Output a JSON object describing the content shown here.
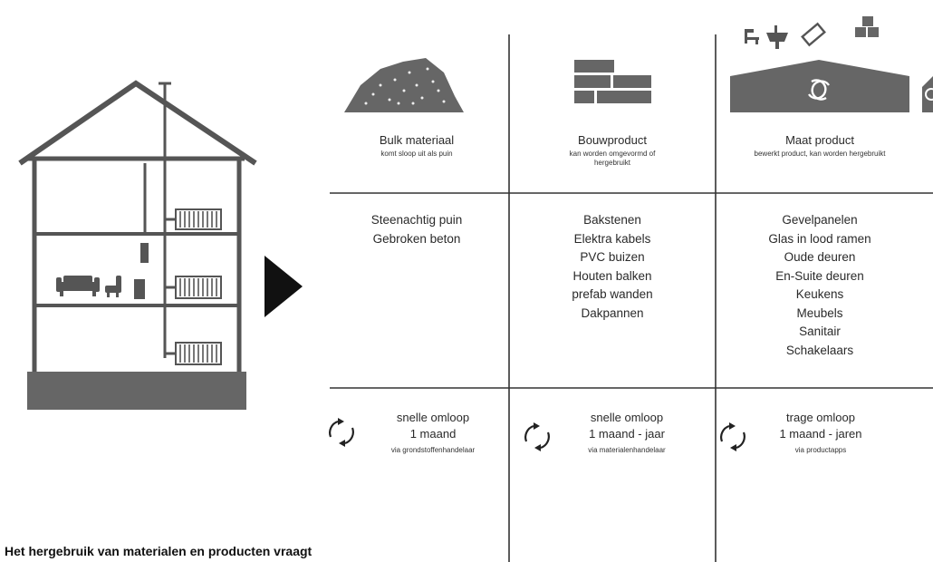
{
  "columns": [
    {
      "title": "Bulk materiaal",
      "subtitle": "komt sloop uit als puin",
      "items": [
        "Steenachtig puin",
        "Gebroken beton"
      ],
      "cycle": {
        "speed": "snelle omloop",
        "duration": "1 maand",
        "via": "via grondstoffenhandelaar"
      }
    },
    {
      "title": "Bouwproduct",
      "subtitle": "kan worden omgevormd of hergebruikt",
      "items": [
        "Bakstenen",
        "Elektra kabels",
        "PVC buizen",
        "Houten balken",
        "prefab wanden",
        "Dakpannen"
      ],
      "cycle": {
        "speed": "snelle omloop",
        "duration": "1 maand - jaar",
        "via": "via materialenhandelaar"
      }
    },
    {
      "title": "Maat product",
      "subtitle": "bewerkt product, kan worden hergebruikt",
      "items": [
        "Gevelpanelen",
        "Glas in lood ramen",
        "Oude deuren",
        "En-Suite deuren",
        "Keukens",
        "Meubels",
        "Sanitair",
        "Schakelaars"
      ],
      "cycle": {
        "speed": "trage omloop",
        "duration": "1 maand - jaren",
        "via": "via productapps"
      }
    }
  ],
  "caption": "Het hergebruik van materialen en producten vraagt",
  "icons": [
    "house-icon",
    "play-arrow-icon",
    "rubble-pile-icon",
    "bricks-icon",
    "warehouse-icon",
    "cycle-arrows-icon",
    "chair-icon",
    "sink-icon",
    "door-icon",
    "boxes-icon",
    "sofa-icon",
    "armchair-icon",
    "radiator-icon"
  ],
  "colors": {
    "ink": "#555555",
    "foundation": "#666666",
    "text": "#2a2a2a"
  }
}
